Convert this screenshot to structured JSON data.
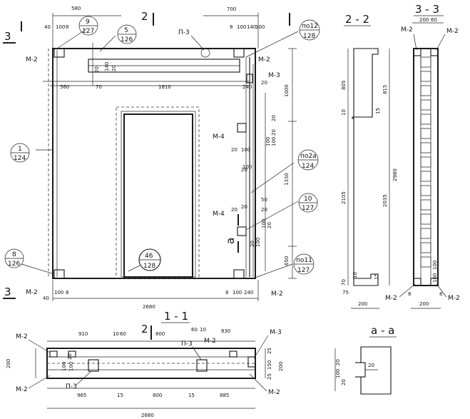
{
  "sections": {
    "s22": "2 - 2",
    "s33": "3 - 3",
    "s11": "1 - 1",
    "saa": "a - a",
    "cut2": "2",
    "cut3": "3",
    "cut_a": "a"
  },
  "elevation": {
    "top_dims": [
      "580",
      "40",
      "100",
      "8",
      "700",
      "8",
      "100",
      "140",
      "100"
    ],
    "row_dims": [
      "560",
      "70",
      "1810",
      "240",
      "20"
    ],
    "right_dims": [
      "1000",
      "1330",
      "650",
      "20",
      "20",
      "100",
      "100",
      "20",
      "100",
      "20",
      "50",
      "20",
      "20",
      "100",
      "20",
      "100",
      "20",
      "100",
      "20"
    ],
    "bottom_dims": [
      "40",
      "100",
      "8",
      "8",
      "100",
      "240",
      "2680"
    ],
    "lintel_dims": [
      "20",
      "140",
      "20"
    ],
    "marks": [
      "M-2",
      "M-2",
      "M-2",
      "M-2",
      "M-3",
      "M-4",
      "M-4",
      "П-3"
    ],
    "callouts": [
      {
        "top": "9",
        "bottom": "127"
      },
      {
        "top": "5",
        "bottom": "126"
      },
      {
        "top": "1",
        "bottom": "124"
      },
      {
        "top": "8",
        "bottom": "126"
      },
      {
        "top": "46",
        "bottom": "128"
      },
      {
        "top": "по12",
        "bottom": "128"
      },
      {
        "top": "по2а",
        "bottom": "124"
      },
      {
        "top": "10",
        "bottom": "127"
      },
      {
        "top": "по11",
        "bottom": "127"
      }
    ]
  },
  "section22": {
    "dims": [
      "805",
      "2105",
      "10",
      "15",
      "815",
      "2035",
      "2980",
      "70",
      "10",
      "15",
      "75",
      "200"
    ]
  },
  "section33": {
    "marks": [
      "M-2",
      "M-2",
      "M-2",
      "M-2"
    ],
    "dims": [
      "200",
      "60",
      "8",
      "100",
      "8",
      "200",
      "100"
    ]
  },
  "section11": {
    "top_dims": [
      "910",
      "10",
      "60",
      "800",
      "60",
      "10",
      "830"
    ],
    "bottom_dims": [
      "965",
      "15",
      "800",
      "15",
      "885",
      "2680"
    ],
    "left_dims": [
      "200",
      "100",
      "20",
      "100"
    ],
    "right_dims": [
      "25",
      "150",
      "25",
      "200"
    ],
    "marks": [
      "M-2",
      "M-2",
      "M-2",
      "M-3",
      "M-2",
      "П-3",
      "П-3"
    ]
  },
  "sectionaa": {
    "dims": [
      "20",
      "100",
      "20",
      "20"
    ]
  }
}
